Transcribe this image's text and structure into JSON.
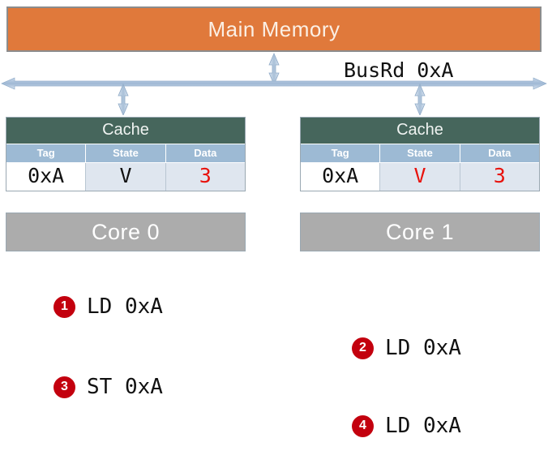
{
  "main_memory": {
    "label": "Main Memory",
    "color": "#E0793B"
  },
  "bus": {
    "label": "BusRd 0xA",
    "line_color": "#9FB8D4"
  },
  "caches": [
    {
      "title": "Cache",
      "columns": [
        "Tag",
        "State",
        "Data"
      ],
      "row": {
        "tag": "0xA",
        "state": "V",
        "data": "3"
      },
      "core": "Core 0"
    },
    {
      "title": "Cache",
      "columns": [
        "Tag",
        "State",
        "Data"
      ],
      "row": {
        "tag": "0xA",
        "state": "V",
        "data": "3"
      },
      "core": "Core 1"
    }
  ],
  "instructions": [
    {
      "number": "1",
      "text": "LD 0xA"
    },
    {
      "number": "2",
      "text": "LD 0xA"
    },
    {
      "number": "3",
      "text": "ST 0xA"
    },
    {
      "number": "4",
      "text": "LD 0xA"
    }
  ],
  "colors": {
    "highlight_red": "#E8120C",
    "badge_red": "#C3000E",
    "cache_header": "#46665C",
    "column_header": "#9DBAD4",
    "core_gray": "#ACACAC"
  }
}
